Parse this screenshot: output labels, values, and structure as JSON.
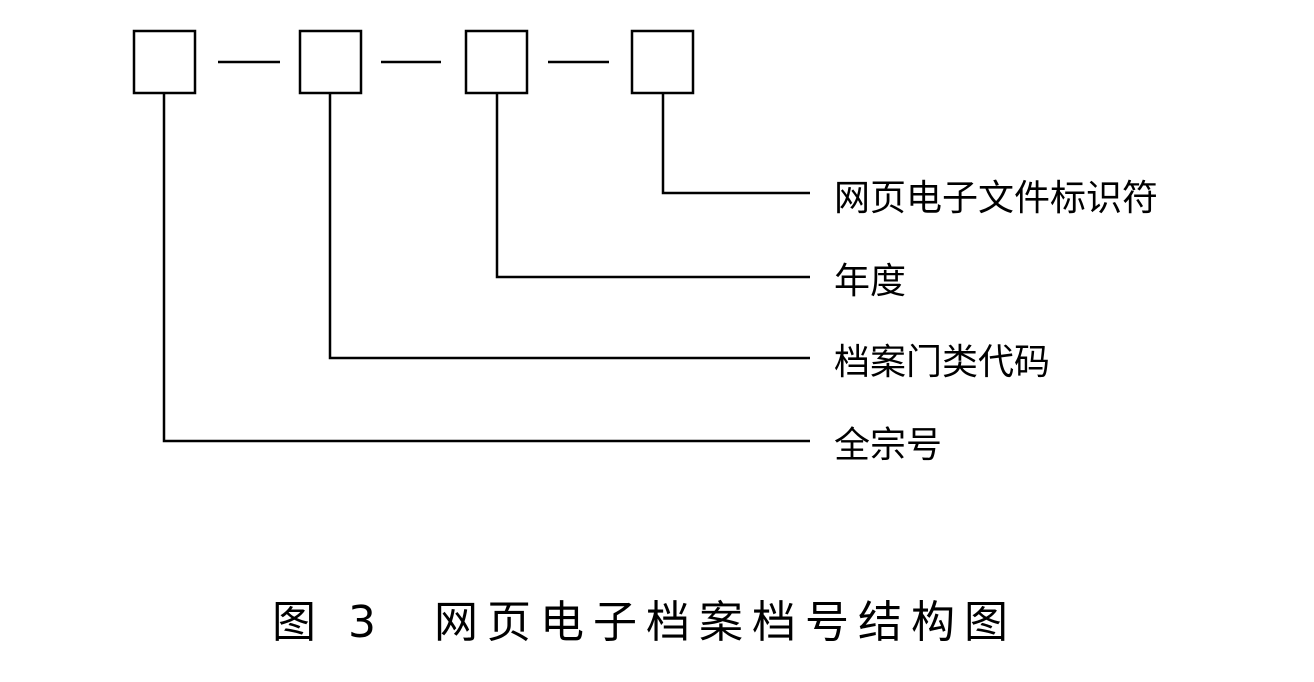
{
  "diagram": {
    "fields": [
      {
        "label": "网页电子文件标识符"
      },
      {
        "label": "年度"
      },
      {
        "label": "档案门类代码"
      },
      {
        "label": "全宗号"
      }
    ],
    "caption_number": "图 3",
    "caption_title": "网页电子档案档号结构图"
  }
}
